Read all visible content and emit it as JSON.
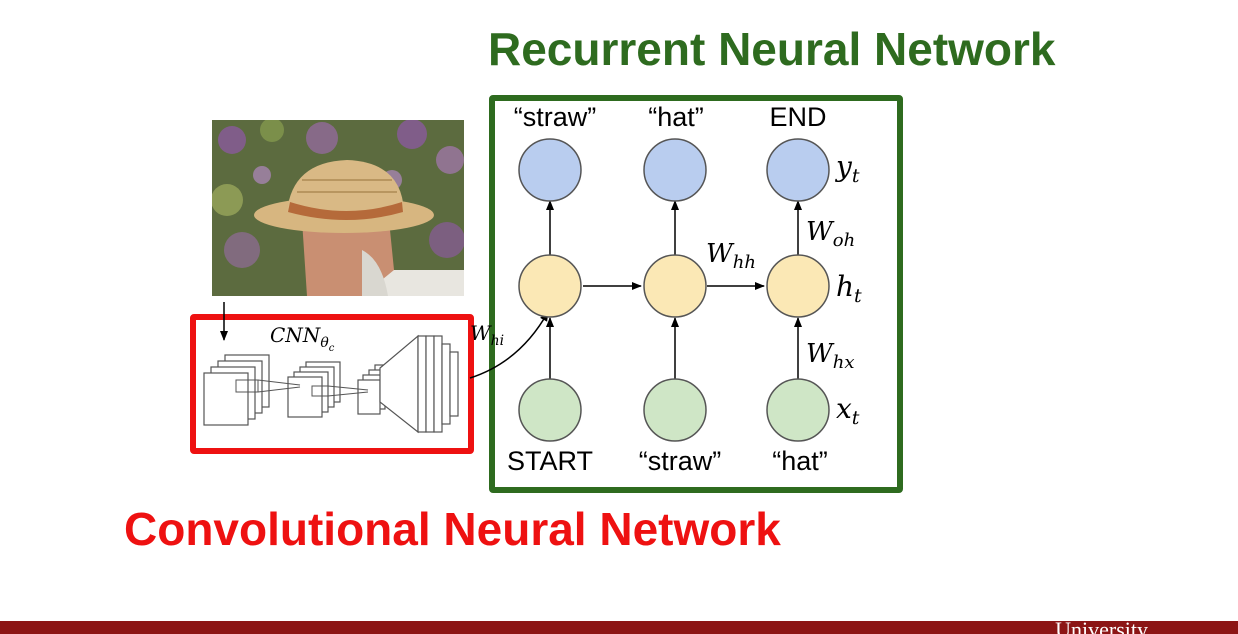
{
  "titles": {
    "rnn": "Recurrent Neural Network",
    "cnn": "Convolutional Neural Network"
  },
  "colors": {
    "rnn_accent": "#2e6b1f",
    "cnn_accent": "#ee1111",
    "output_node": "#b9cdef",
    "hidden_node": "#fbe8b5",
    "input_node": "#cfe6c6",
    "footer_bar": "#8c1515"
  },
  "rnn": {
    "outputs": [
      "“straw”",
      "“hat”",
      "END"
    ],
    "inputs": [
      "START",
      "“straw”",
      "“hat”"
    ],
    "symbols": {
      "y": "y",
      "y_sub": "t",
      "h": "h",
      "h_sub": "t",
      "x": "x",
      "x_sub": "t",
      "w_hh": "W",
      "w_hh_sub": "hh",
      "w_oh": "W",
      "w_oh_sub": "oh",
      "w_hx": "W",
      "w_hx_sub": "hx",
      "w_hi": "W",
      "w_hi_sub": "hi"
    }
  },
  "cnn": {
    "label": "CNN",
    "label_sub": "θ",
    "label_subsub": "c"
  },
  "footer": {
    "text": "University"
  }
}
